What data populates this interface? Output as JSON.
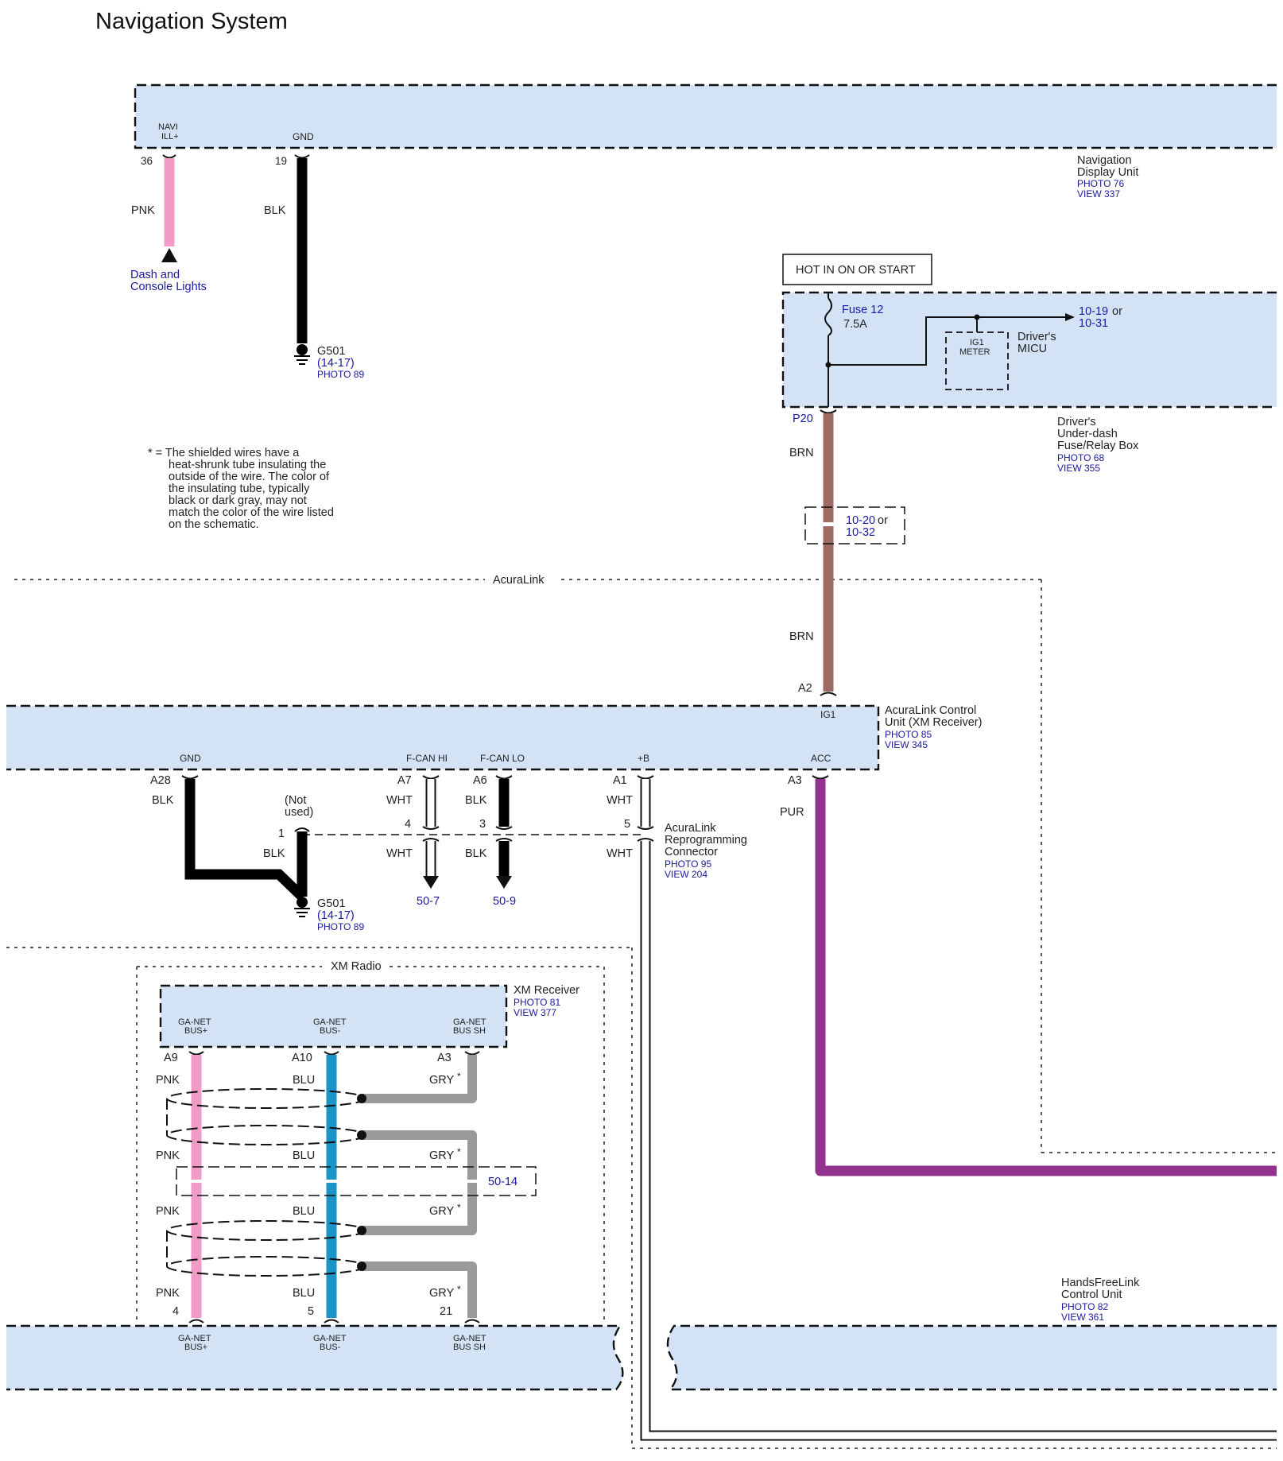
{
  "title": "Navigation System",
  "nav_unit": {
    "pin_navi": "NAVI",
    "pin_navi2": "ILL+",
    "pin_gnd": "GND",
    "num_36": "36",
    "num_19": "19",
    "name1": "Navigation",
    "name2": "Display Unit",
    "photo": "PHOTO 76",
    "view": "VIEW 337"
  },
  "wires": {
    "pnk": "PNK",
    "blk": "BLK",
    "brn": "BRN",
    "wht": "WHT",
    "pur": "PUR",
    "blu": "BLU",
    "gry": "GRY",
    "star": "*"
  },
  "dash": {
    "l1": "Dash and",
    "l2": "Console Lights"
  },
  "g501_top": {
    "name": "G501",
    "ref": "(14-17)",
    "photo": "PHOTO 89"
  },
  "g501_bot": {
    "name": "G501",
    "ref": "(14-17)",
    "photo": "PHOTO 89"
  },
  "fusebox": {
    "hot": "HOT IN ON OR START",
    "fuse": "Fuse 12",
    "amps": "7.5A",
    "ref1": "10-19",
    "or": "or",
    "ref2": "10-31",
    "ig1": "IG1",
    "meter": "METER",
    "micu1": "Driver's",
    "micu2": "MICU",
    "p20": "P20",
    "name1": "Driver's",
    "name2": "Under-dash",
    "name3": "Fuse/Relay Box",
    "photo": "PHOTO 68",
    "view": "VIEW 355"
  },
  "splice": {
    "ref1": "10-20",
    "or": "or",
    "ref2": "10-32"
  },
  "note": {
    "l1": "* =  The shielded wires have a",
    "l2": "heat-shrunk tube insulating the",
    "l3": "outside of the wire. The color of",
    "l4": "the insulating tube, typically",
    "l5": "black or dark gray, may not",
    "l6": "match the color of the wire listed",
    "l7": "on the schematic."
  },
  "acuralink": {
    "region": "AcuraLink",
    "a2": "A2",
    "ig1": "IG1",
    "name1": "AcuraLink Control",
    "name2": "Unit (XM Receiver)",
    "photo": "PHOTO 85",
    "view": "VIEW 345",
    "gnd": "GND",
    "fcanhi": "F-CAN HI",
    "fcanlo": "F-CAN LO",
    "b": "+B",
    "acc": "ACC",
    "a28": "A28",
    "a7": "A7",
    "a6": "A6",
    "a1": "A1",
    "a3": "A3"
  },
  "reprog": {
    "not1": "(Not",
    "not2": "used)",
    "p1": "1",
    "p4": "4",
    "p3": "3",
    "p5": "5",
    "name1": "AcuraLink",
    "name2": "Reprogramming",
    "name3": "Connector",
    "photo": "PHOTO 95",
    "view": "VIEW 204",
    "ref_a": "50-7",
    "ref_b": "50-9"
  },
  "xm": {
    "region": "XM Radio",
    "name": "XM Receiver",
    "photo": "PHOTO 81",
    "view": "VIEW 377",
    "busp1": "GA-NET",
    "busp2": "BUS+",
    "busm1": "GA-NET",
    "busm2": "BUS-",
    "bussh1": "GA-NET",
    "bussh2": "BUS SH",
    "a9": "A9",
    "a10": "A10",
    "a3": "A3",
    "splice_ref": "50-14"
  },
  "hfl": {
    "name1": "HandsFreeLink",
    "name2": "Control Unit",
    "photo": "PHOTO 82",
    "view": "VIEW 361",
    "busp1": "GA-NET",
    "busp2": "BUS+",
    "busm1": "GA-NET",
    "busm2": "BUS-",
    "bussh1": "GA-NET",
    "bussh2": "BUS SH",
    "p4": "4",
    "p5": "5",
    "p21": "21"
  }
}
